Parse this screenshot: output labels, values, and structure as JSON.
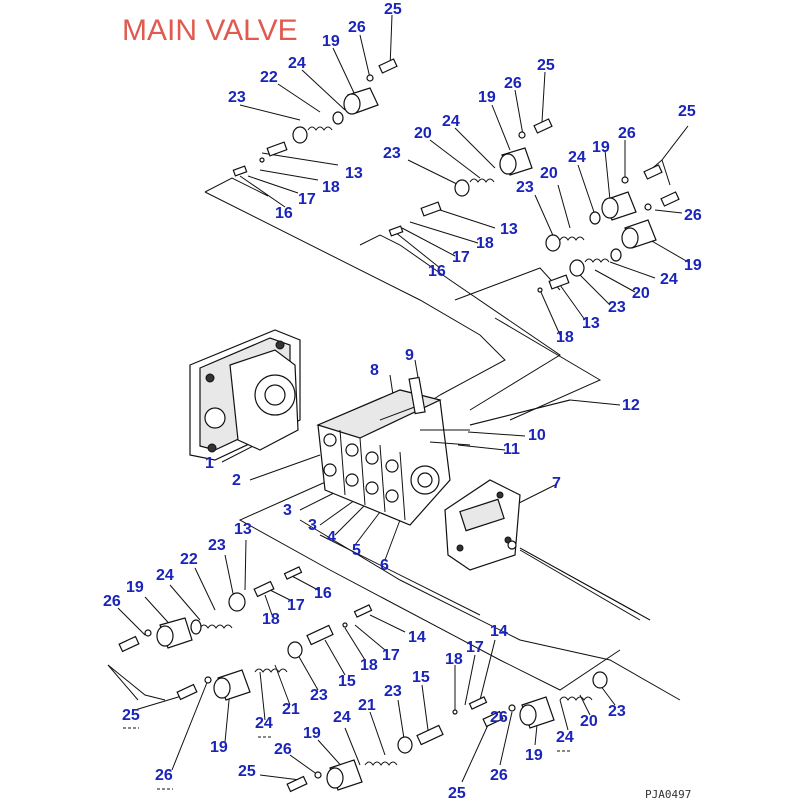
{
  "title": "MAIN VALVE",
  "drawing_number": "PJA0497",
  "callouts": [
    {
      "id": "c01",
      "label": "25"
    },
    {
      "id": "c02",
      "label": "26"
    },
    {
      "id": "c03",
      "label": "19"
    },
    {
      "id": "c04",
      "label": "24"
    },
    {
      "id": "c05",
      "label": "22"
    },
    {
      "id": "c06",
      "label": "23"
    },
    {
      "id": "c07",
      "label": "13"
    },
    {
      "id": "c08",
      "label": "18"
    },
    {
      "id": "c09",
      "label": "17"
    },
    {
      "id": "c10",
      "label": "16"
    },
    {
      "id": "c11",
      "label": "25"
    },
    {
      "id": "c12",
      "label": "26"
    },
    {
      "id": "c13",
      "label": "19"
    },
    {
      "id": "c14",
      "label": "24"
    },
    {
      "id": "c15",
      "label": "20"
    },
    {
      "id": "c16",
      "label": "23"
    },
    {
      "id": "c17",
      "label": "13"
    },
    {
      "id": "c18",
      "label": "18"
    },
    {
      "id": "c19",
      "label": "17"
    },
    {
      "id": "c20",
      "label": "16"
    },
    {
      "id": "c21",
      "label": "25"
    },
    {
      "id": "c22",
      "label": "26"
    },
    {
      "id": "c23",
      "label": "19"
    },
    {
      "id": "c24",
      "label": "24"
    },
    {
      "id": "c25",
      "label": "20"
    },
    {
      "id": "c26",
      "label": "23"
    },
    {
      "id": "c27",
      "label": "26"
    },
    {
      "id": "c28",
      "label": "19"
    },
    {
      "id": "c29",
      "label": "24"
    },
    {
      "id": "c30",
      "label": "20"
    },
    {
      "id": "c31",
      "label": "23"
    },
    {
      "id": "c32",
      "label": "13"
    },
    {
      "id": "c33",
      "label": "18"
    },
    {
      "id": "c34",
      "label": "8"
    },
    {
      "id": "c35",
      "label": "9"
    },
    {
      "id": "c36",
      "label": "12"
    },
    {
      "id": "c37",
      "label": "10"
    },
    {
      "id": "c38",
      "label": "11"
    },
    {
      "id": "c39",
      "label": "1"
    },
    {
      "id": "c40",
      "label": "2"
    },
    {
      "id": "c41",
      "label": "7"
    },
    {
      "id": "c42",
      "label": "3"
    },
    {
      "id": "c43",
      "label": "3"
    },
    {
      "id": "c44",
      "label": "4"
    },
    {
      "id": "c45",
      "label": "5"
    },
    {
      "id": "c46",
      "label": "6"
    },
    {
      "id": "c47",
      "label": "13"
    },
    {
      "id": "c48",
      "label": "23"
    },
    {
      "id": "c49",
      "label": "22"
    },
    {
      "id": "c50",
      "label": "24"
    },
    {
      "id": "c51",
      "label": "19"
    },
    {
      "id": "c52",
      "label": "26"
    },
    {
      "id": "c53",
      "label": "17"
    },
    {
      "id": "c54",
      "label": "16"
    },
    {
      "id": "c55",
      "label": "18"
    },
    {
      "id": "c56",
      "label": "14"
    },
    {
      "id": "c57",
      "label": "18"
    },
    {
      "id": "c58",
      "label": "17"
    },
    {
      "id": "c59",
      "label": "15"
    },
    {
      "id": "c60",
      "label": "14"
    },
    {
      "id": "c61",
      "label": "17"
    },
    {
      "id": "c62",
      "label": "18"
    },
    {
      "id": "c63",
      "label": "15"
    },
    {
      "id": "c64",
      "label": "25"
    },
    {
      "id": "c65",
      "label": "19"
    },
    {
      "id": "c66",
      "label": "26"
    },
    {
      "id": "c67",
      "label": "24"
    },
    {
      "id": "c68",
      "label": "21"
    },
    {
      "id": "c69",
      "label": "23"
    },
    {
      "id": "c70",
      "label": "24"
    },
    {
      "id": "c71",
      "label": "21"
    },
    {
      "id": "c72",
      "label": "23"
    },
    {
      "id": "c73",
      "label": "19"
    },
    {
      "id": "c74",
      "label": "26"
    },
    {
      "id": "c75",
      "label": "25"
    },
    {
      "id": "c76",
      "label": "25"
    },
    {
      "id": "c77",
      "label": "26"
    },
    {
      "id": "c78",
      "label": "19"
    },
    {
      "id": "c79",
      "label": "24"
    },
    {
      "id": "c80",
      "label": "20"
    },
    {
      "id": "c81",
      "label": "23"
    },
    {
      "id": "c82",
      "label": "26"
    }
  ]
}
